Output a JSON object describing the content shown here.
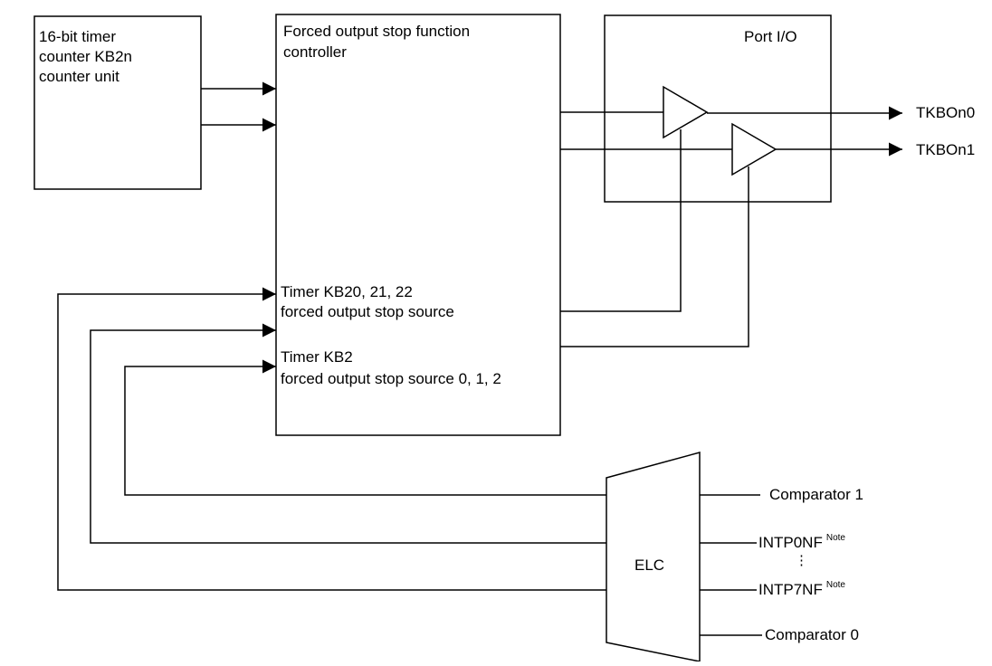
{
  "blocks": {
    "counter_unit": {
      "line1": "16-bit timer",
      "line2": "counter KB2n",
      "line3": "counter unit"
    },
    "controller": {
      "line1": "Forced output stop function",
      "line2": "controller"
    },
    "port_io": {
      "title": "Port I/O"
    },
    "source_a": {
      "line1": "Timer KB20, 21, 22",
      "line2": "forced output stop source"
    },
    "source_b": {
      "line1": "Timer KB2",
      "line2": "forced output stop source 0, 1, 2"
    },
    "elc": {
      "label": "ELC"
    }
  },
  "outputs": [
    "TKBOn0",
    "TKBOn1"
  ],
  "elc_inputs": {
    "comparator1": "Comparator 1",
    "intp0": "INTP0NF",
    "intp7": "INTP7NF",
    "comparator0": "Comparator 0",
    "note": "Note",
    "ellipsis": "⋮"
  }
}
